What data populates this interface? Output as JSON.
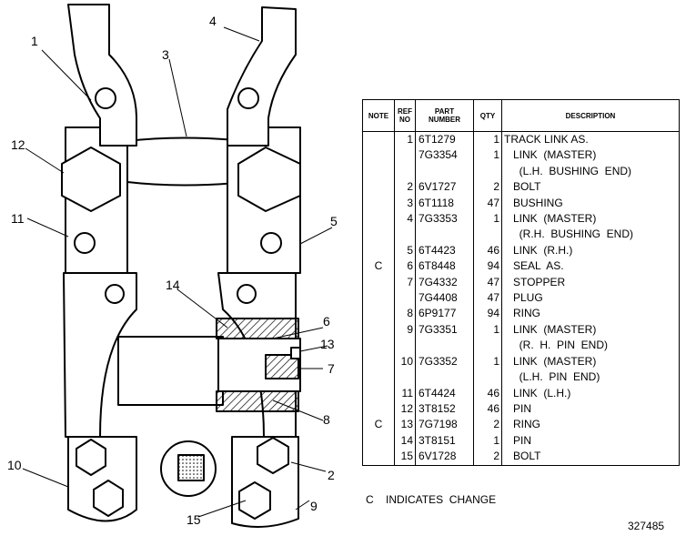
{
  "table": {
    "headers": {
      "note": "NOTE",
      "ref": "REF\nNO",
      "part": "PART\nNUMBER",
      "qty": "QTY",
      "desc": "DESCRIPTION"
    },
    "rows": [
      {
        "note": "",
        "ref": "1",
        "part": "6T1279",
        "qty": "1",
        "desc": "TRACK LINK AS."
      },
      {
        "note": "",
        "ref": "",
        "part": "7G3354",
        "qty": "1",
        "desc": "   LINK  (MASTER)"
      },
      {
        "note": "",
        "ref": "",
        "part": "",
        "qty": "",
        "desc": "     (L.H.  BUSHING  END)"
      },
      {
        "note": "",
        "ref": "2",
        "part": "6V1727",
        "qty": "2",
        "desc": "   BOLT"
      },
      {
        "note": "",
        "ref": "3",
        "part": "6T1118",
        "qty": "47",
        "desc": "   BUSHING"
      },
      {
        "note": "",
        "ref": "4",
        "part": "7G3353",
        "qty": "1",
        "desc": "   LINK  (MASTER)"
      },
      {
        "note": "",
        "ref": "",
        "part": "",
        "qty": "",
        "desc": "     (R.H.  BUSHING  END)"
      },
      {
        "note": "",
        "ref": "5",
        "part": "6T4423",
        "qty": "46",
        "desc": "   LINK  (R.H.)"
      },
      {
        "note": "C",
        "ref": "6",
        "part": "6T8448",
        "qty": "94",
        "desc": "   SEAL  AS."
      },
      {
        "note": "",
        "ref": "7",
        "part": "7G4332",
        "qty": "47",
        "desc": "   STOPPER"
      },
      {
        "note": "",
        "ref": "",
        "part": "7G4408",
        "qty": "47",
        "desc": "   PLUG"
      },
      {
        "note": "",
        "ref": "8",
        "part": "6P9177",
        "qty": "94",
        "desc": "   RING"
      },
      {
        "note": "",
        "ref": "9",
        "part": "7G3351",
        "qty": "1",
        "desc": "   LINK  (MASTER)"
      },
      {
        "note": "",
        "ref": "",
        "part": "",
        "qty": "",
        "desc": "     (R.  H.  PIN  END)"
      },
      {
        "note": "",
        "ref": "10",
        "part": "7G3352",
        "qty": "1",
        "desc": "   LINK  (MASTER)"
      },
      {
        "note": "",
        "ref": "",
        "part": "",
        "qty": "",
        "desc": "     (L.H.  PIN  END)"
      },
      {
        "note": "",
        "ref": "11",
        "part": "6T4424",
        "qty": "46",
        "desc": "   LINK  (L.H.)"
      },
      {
        "note": "",
        "ref": "12",
        "part": "3T8152",
        "qty": "46",
        "desc": "   PIN"
      },
      {
        "note": "C",
        "ref": "13",
        "part": "7G7198",
        "qty": "2",
        "desc": "   RING"
      },
      {
        "note": "",
        "ref": "14",
        "part": "3T8151",
        "qty": "1",
        "desc": "   PIN"
      },
      {
        "note": "",
        "ref": "15",
        "part": "6V1728",
        "qty": "2",
        "desc": "   BOLT"
      }
    ]
  },
  "footnote": "C    INDICATES  CHANGE",
  "figure_id": "327485",
  "callouts": {
    "n1": "1",
    "n2": "2",
    "n3": "3",
    "n4": "4",
    "n5": "5",
    "n6": "6",
    "n7": "7",
    "n8": "8",
    "n9": "9",
    "n10": "10",
    "n11": "11",
    "n12": "12",
    "n13": "13",
    "n14": "14",
    "n15": "15"
  }
}
